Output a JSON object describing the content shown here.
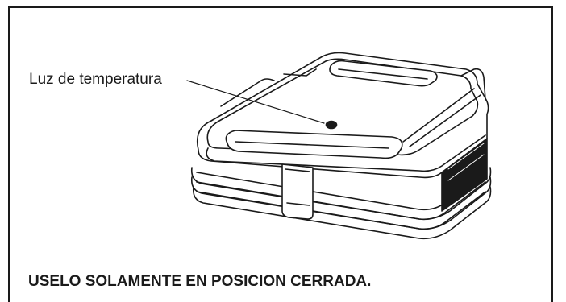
{
  "diagram": {
    "callout_label": "Luz de temperatura",
    "warning_text": "USELO SOLAMENTE EN POSICION CERRADA."
  },
  "colors": {
    "line": "#1a1a1a",
    "fill": "#ffffff"
  },
  "icons": {
    "appliance": "sandwich-maker-illustration",
    "indicator": "temperature-light-dot"
  }
}
